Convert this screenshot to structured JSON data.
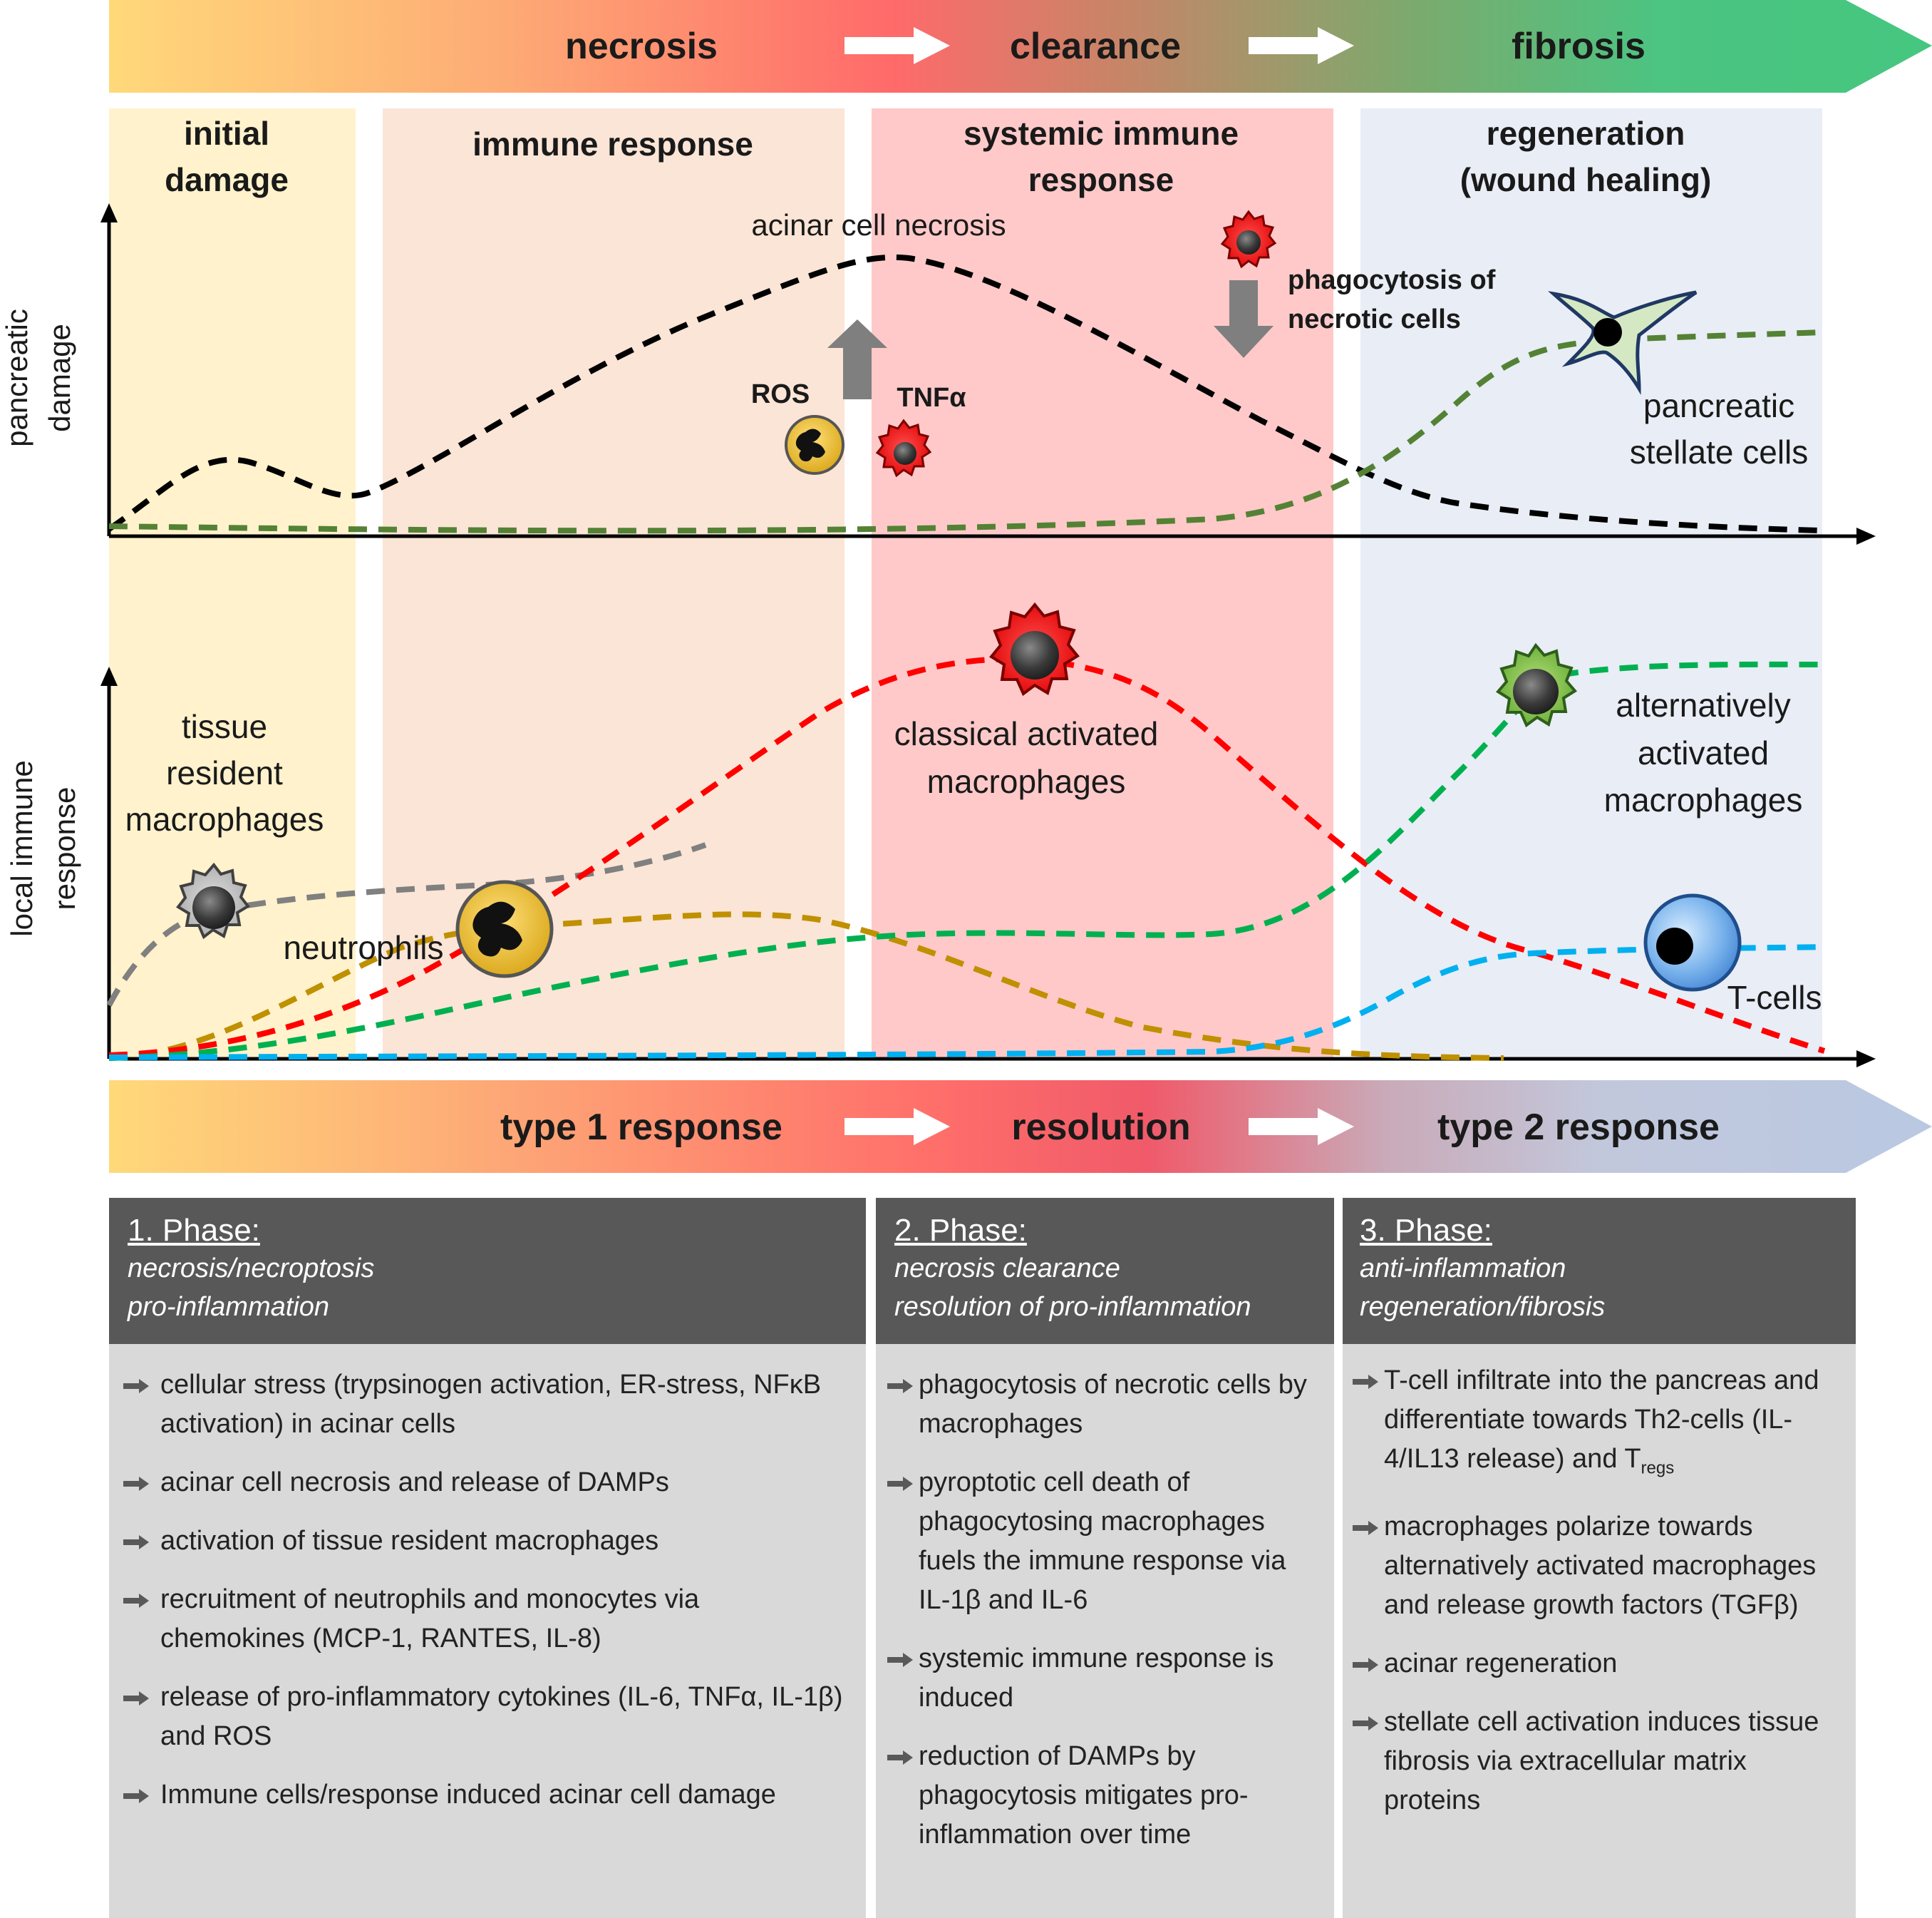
{
  "top_arrow": {
    "stages": [
      "necrosis",
      "clearance",
      "fibrosis"
    ]
  },
  "mid_arrow": {
    "stages": [
      "type 1 response",
      "resolution",
      "type 2 response"
    ]
  },
  "columns": {
    "initial_damage": "initial damage",
    "immune_response": "immune response",
    "systemic": [
      "systemic immune",
      "response"
    ],
    "regeneration": [
      "regeneration",
      "(wound healing)"
    ]
  },
  "upper_plot": {
    "ylabel": [
      "pancreatic",
      "damage"
    ],
    "acinar_label": "acinar cell necrosis",
    "ros_label": "ROS",
    "tnf_label": "TNFα",
    "phago_label": [
      "phagocytosis of",
      "necrotic cells"
    ],
    "stellate_label": [
      "pancreatic",
      "stellate cells"
    ]
  },
  "lower_plot": {
    "ylabel": [
      "local immune",
      "response"
    ],
    "tissue_label": [
      "tissue",
      "resident",
      "macrophages"
    ],
    "neutrophil_label": "neutrophils",
    "classical_label": [
      "classical activated",
      "macrophages"
    ],
    "alternative_label": [
      "alternatively",
      "activated",
      "macrophages"
    ],
    "tcell_label": "T-cells"
  },
  "colors": {
    "damage_curve": "#000000",
    "stellate_curve": "#548235",
    "tissue_macrophage_curve": "#808080",
    "neutrophil_curve": "#bf9000",
    "classical_curve": "#ff0000",
    "alternative_curve": "#00b050",
    "tcell_curve": "#00b0f0"
  },
  "phases": [
    {
      "title": "1. Phase:",
      "subtitle": [
        "necrosis/necroptosis",
        "pro-inflammation"
      ],
      "bullets": [
        "cellular stress (trypsinogen activation, ER-stress, NFκB activation) in acinar cells",
        "acinar cell necrosis and release of DAMPs",
        "activation of tissue resident macrophages",
        "recruitment of neutrophils and monocytes via chemokines (MCP-1, RANTES, IL-8)",
        "release of pro-inflammatory cytokines (IL-6, TNFα, IL-1β) and ROS",
        "Immune cells/response induced acinar cell damage"
      ]
    },
    {
      "title": "2. Phase:",
      "subtitle": [
        "necrosis clearance",
        "resolution of pro-inflammation"
      ],
      "bullets": [
        "phagocytosis of necrotic cells by macrophages",
        "pyroptotic cell death of phagocytosing macrophages fuels the immune response via IL-1β and IL-6",
        "systemic immune response is induced",
        "reduction of DAMPs by phagocytosis mitigates pro-inflammation over time"
      ]
    },
    {
      "title": "3. Phase:",
      "subtitle": [
        "anti-inflammation",
        "regeneration/fibrosis"
      ],
      "bullets": [
        "T-cell infiltrate into the pancreas and differentiate towards Th2-cells (IL-4/IL13 release) and T",
        "macrophages polarize towards alternatively activated macrophages and release growth factors (TGFβ)",
        "acinar regeneration",
        "stellate cell activation induces tissue fibrosis via extracellular matrix proteins"
      ],
      "treg_subscript": "regs"
    }
  ]
}
